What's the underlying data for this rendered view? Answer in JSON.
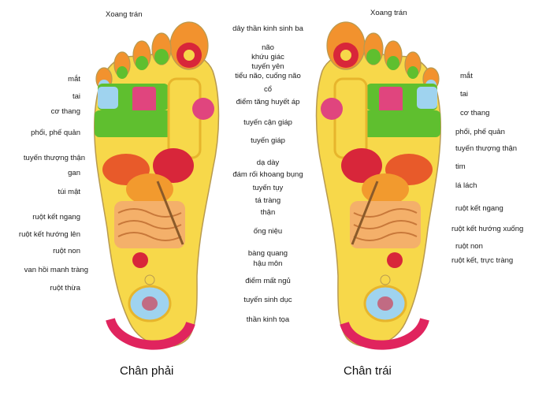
{
  "titles": {
    "right_foot": "Chân phải",
    "left_foot": "Chân trái"
  },
  "labels": {
    "xoang_tran": "Xoang trán",
    "mat": "mắt",
    "tai": "tai",
    "co_thang": "cơ thang",
    "phoi": "phổi, phế quản",
    "tuyen_thuong_than": "tuyến thượng thận",
    "gan": "gan",
    "tui_mat": "túi mật",
    "ruot_ket_ngang": "ruột kết ngang",
    "ruot_ket_huong_len": "ruột kết hướng lên",
    "ruot_non": "ruột non",
    "van_hoi_manh_trang": "van hồi manh tràng",
    "ruot_thua": "ruột thừa",
    "day_than_kinh_sinh_ba": "dây thần kinh sinh ba",
    "nao": "não",
    "khuu_giac": "khứu giác",
    "tuyen_yen": "tuyến yên",
    "tieu_nao": "tiểu não, cuống não",
    "co": "cổ",
    "diem_tang_huyet_ap": "điểm tăng huyết áp",
    "tuyen_can_giap": "tuyến cận giáp",
    "tuyen_giap": "tuyến giáp",
    "da_day": "dạ dày",
    "dam_roi_khoang_bung": "đám rối khoang bụng",
    "tuyen_tuy": "tuyến tụy",
    "ta_trang": "tá tràng",
    "than": "thận",
    "ong_nieu": "ống niệu",
    "bang_quang": "bàng quang",
    "hau_mon": "hậu môn",
    "diem_mat_ngu": "điểm mất ngủ",
    "tuyen_sinh_duc": "tuyến sinh dục",
    "than_kinh_toa": "thần kinh tọa",
    "tim": "tim",
    "la_lach": "lá lách",
    "ruot_ket_huong_xuong": "ruột kết hướng xuống",
    "ruot_ket_truc_trang": "ruột kết, trực tràng"
  },
  "colors": {
    "foot_yellow": "#f7d84a",
    "green": "#5fbf2f",
    "pink": "#e0457e",
    "orange": "#f2922e",
    "blue": "#9fd3ef",
    "red": "#d8263a",
    "heel": "#e0245e",
    "outline": "#b89a50"
  }
}
